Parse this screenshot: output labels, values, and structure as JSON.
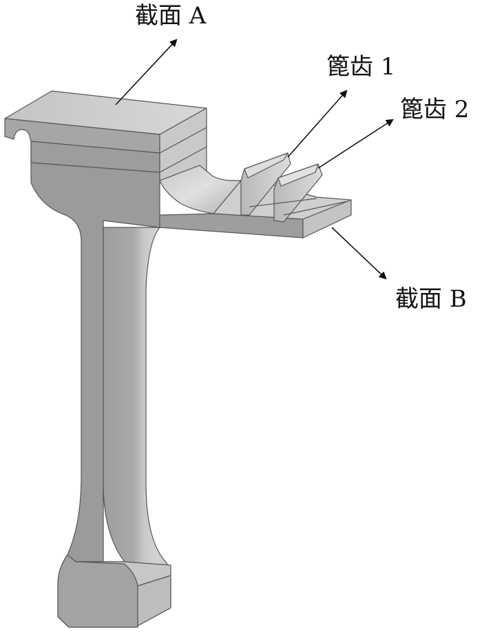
{
  "callouts": {
    "section_a": "截面 A",
    "tooth_1": "篦齿 1",
    "tooth_2": "篦齿 2",
    "section_b": "截面 B"
  },
  "colors": {
    "metal_light": "#d6d6d6",
    "metal_mid": "#bdbdbd",
    "metal_dark": "#9a9a9a",
    "metal_shadow": "#8a8a8a",
    "edge": "#555555",
    "arrow": "#111111"
  }
}
